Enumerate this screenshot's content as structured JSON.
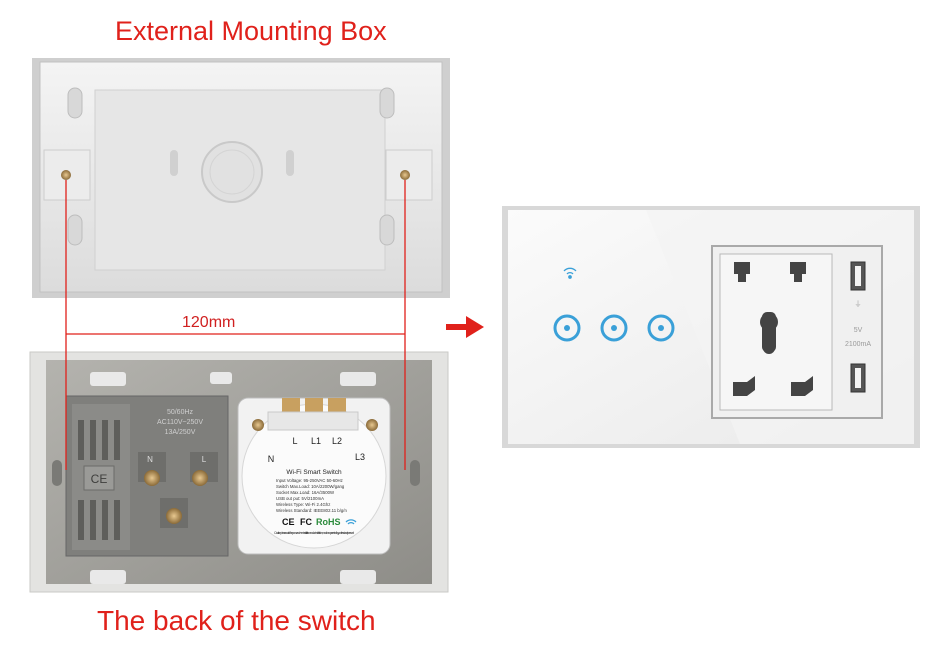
{
  "captions": {
    "top": "External Mounting Box",
    "bottom": "The back of the switch",
    "dimension": "120mm"
  },
  "module_labels": {
    "terminal_n": "N",
    "terminal_l": "L",
    "terminal_l1": "L1",
    "terminal_l2": "L2",
    "terminal_l3": "L3",
    "product_name": "Wi-Fi Smart Switch",
    "spec_input": "Input Voltage: 95-250VAC 50-60Hz",
    "spec_switch": "Switch Max.Load: 10A/2200W/gang",
    "spec_socket": "Socket Max.Load: 16A/3500W",
    "spec_usb": "USB out put: 5V/2100mA",
    "spec_wireless": "Wireless Type: Wi-Fi 2.4Ghz",
    "spec_standard": "Wireless Standard: IEEE802.11 b/g/n",
    "cert_ce": "CE",
    "cert_fc": "FC",
    "cert_rohs": "RoHS",
    "caution": "Caution: please cut off the power when installation and uninstallation, must be operated by professional person!"
  },
  "socket_labels": {
    "rating_1": "50/60Hz",
    "rating_2": "AC110V~250V",
    "rating_3": "13A/250V",
    "ce_mark": "CE",
    "pin_n": "N",
    "pin_l": "L"
  },
  "front_panel": {
    "usb_rating_1": "5V",
    "usb_rating_2": "2100mA",
    "touch_buttons": 3
  },
  "colors": {
    "caption_red": "#e0211b",
    "touch_blue": "#3aa0d8",
    "panel_white": "#f7f7f7",
    "back_plate_gray": "#9a9a96"
  }
}
